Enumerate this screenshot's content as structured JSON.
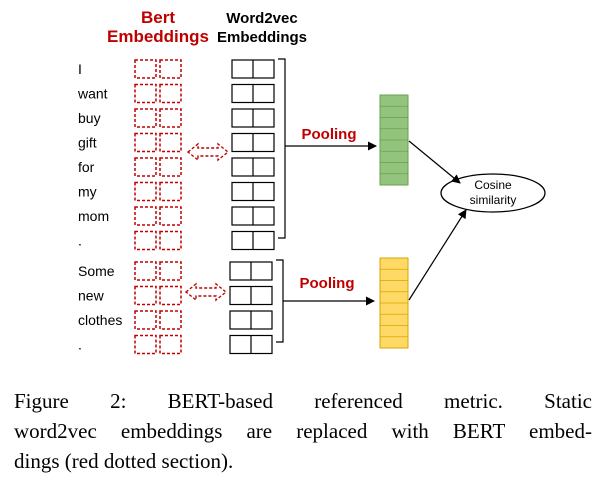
{
  "diagram": {
    "bert_header": [
      "Bert",
      "Embeddings"
    ],
    "w2v_header": [
      "Word2vec",
      "Embeddings"
    ],
    "sentence1": [
      "I",
      "want",
      "buy",
      "gift",
      "for",
      "my",
      "mom",
      "."
    ],
    "sentence2": [
      "Some",
      "new",
      "clothes",
      "."
    ],
    "pooling_label": "Pooling",
    "cosine_label": [
      "Cosine",
      "similarity"
    ],
    "colors": {
      "bert": "#c00000",
      "pooled1": "#93c47d",
      "pooled2": "#ffd966"
    }
  },
  "caption": {
    "lines": [
      "Figure 2:  BERT-based referenced metric.  Static",
      "word2vec embeddings are replaced with BERT embed-",
      "dings (red dotted section)."
    ]
  }
}
